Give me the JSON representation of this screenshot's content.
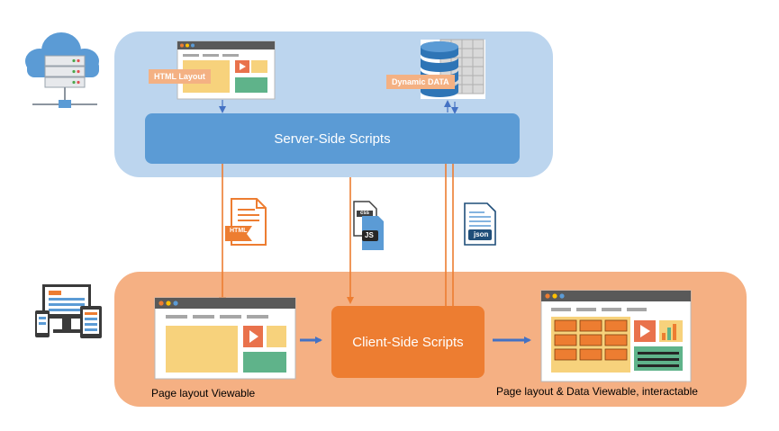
{
  "server": {
    "html_layout_tag": "HTML Layout",
    "dynamic_data_tag": "Dynamic DATA",
    "scripts_label": "Server-Side Scripts"
  },
  "transfer": {
    "html_file_label": "HTML",
    "css_file_label": "css",
    "js_file_label": "JS",
    "json_file_label": "json"
  },
  "client": {
    "scripts_label": "Client-Side Scripts",
    "layout_caption": "Page layout Viewable",
    "result_caption": "Page layout & Data Viewable, interactable"
  },
  "colors": {
    "server_zone": "#bcd5ee",
    "server_box": "#5b9bd5",
    "client_zone": "#f5b083",
    "client_box": "#ed7d31",
    "arrow_orange": "#ed7d31",
    "arrow_blue": "#4472c4"
  },
  "icons": {
    "server": "cloud-server-icon",
    "devices": "devices-icon",
    "html_file": "html-file-icon",
    "css_js_file": "css-js-file-icon",
    "json_file": "json-file-icon",
    "data_table": "data-table-icon"
  }
}
